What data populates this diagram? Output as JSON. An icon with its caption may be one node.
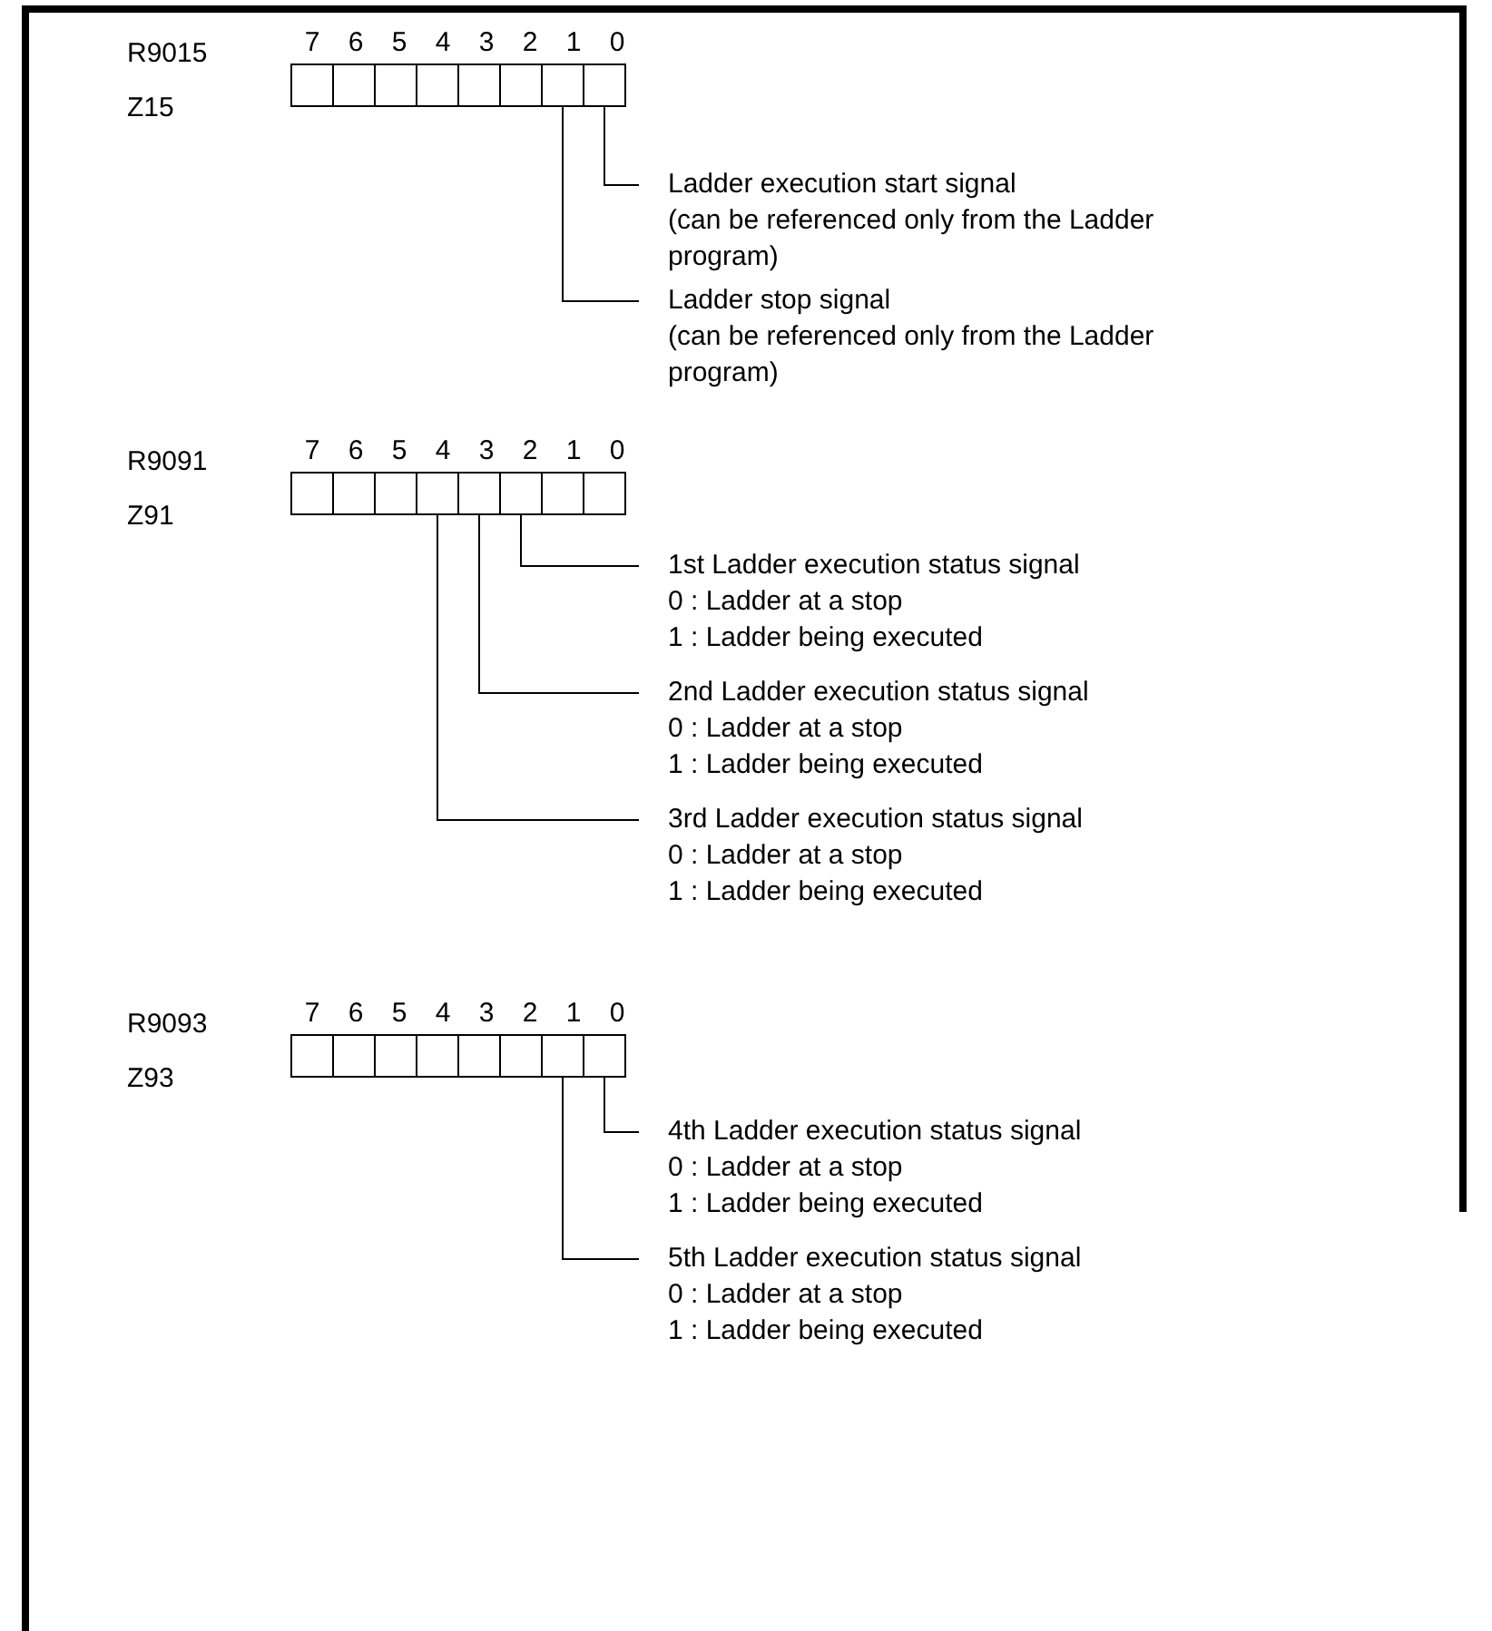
{
  "diagram": {
    "nodes": [
      {
        "text": [
          "R9015",
          "Z15"
        ]
      },
      {
        "text": [],
        "shape": "box",
        "in": 0
      },
      {
        "text": [],
        "shape": "box",
        "in": 0
      },
      {
        "text": [],
        "shape": "box",
        "in": 0
      },
      {
        "text": [],
        "shape": "box",
        "in": 0
      },
      {
        "text": [],
        "shape": "box",
        "in": 0
      },
      {
        "text": [],
        "shape": "box",
        "in": 0
      },
      {
        "text": [],
        "shape": "box",
        "in": 0
      },
      {
        "text": [],
        "shape": "box",
        "in": 0
      },
      {
        "text": [
          "Ladder execution start signal",
          "(can be referenced only from the Ladder program)"
        ]
      },
      {
        "text": [
          "Ladder stop signal",
          "(can be referenced only from the Ladder program)"
        ]
      },
      {
        "text": [
          "R9091",
          "Z91"
        ]
      },
      {
        "text": [],
        "shape": "box",
        "in": 11
      },
      {
        "text": [],
        "shape": "box",
        "in": 11
      },
      {
        "text": [],
        "shape": "box",
        "in": 11
      },
      {
        "text": [],
        "shape": "box",
        "in": 11
      },
      {
        "text": [],
        "shape": "box",
        "in": 11
      },
      {
        "text": [],
        "shape": "box",
        "in": 11
      },
      {
        "text": [],
        "shape": "box",
        "in": 11
      },
      {
        "text": [],
        "shape": "box",
        "in": 11
      },
      {
        "text": [
          "1st Ladder execution status signal",
          "0 : Ladder at a stop",
          "1 : Ladder being executed"
        ]
      },
      {
        "text": [
          "2nd Ladder execution status signal",
          "0 : Ladder at a stop",
          "1 : Ladder being executed"
        ]
      },
      {
        "text": [
          "3rd Ladder execution status signal",
          "0 : Ladder at a stop",
          "1 : Ladder being executed"
        ]
      },
      {
        "text": [
          "R9093",
          "Z93"
        ]
      },
      {
        "text": [],
        "shape": "box",
        "in": 23
      },
      {
        "text": [],
        "shape": "box",
        "in": 23
      },
      {
        "text": [],
        "shape": "box",
        "in": 23
      },
      {
        "text": [],
        "shape": "box",
        "in": 23
      },
      {
        "text": [],
        "shape": "box",
        "in": 23
      },
      {
        "text": [],
        "shape": "box",
        "in": 23
      },
      {
        "text": [],
        "shape": "box",
        "in": 23
      },
      {
        "text": [],
        "shape": "box",
        "in": 23
      },
      {
        "text": [
          "4th Ladder execution status signal",
          "0 : Ladder at a stop",
          "1 : Ladder being executed"
        ]
      },
      {
        "text": [
          "5th Ladder execution status signal",
          "0 : Ladder at a stop",
          "1 : Ladder being executed"
        ]
      }
    ],
    "edges": [
      {
        "from": 9,
        "to": 8,
        "arrow": "none"
      },
      {
        "from": 10,
        "to": 7,
        "arrow": "none"
      },
      {
        "from": 20,
        "to": 17,
        "arrow": "none"
      },
      {
        "from": 21,
        "to": 16,
        "arrow": "none"
      },
      {
        "from": 22,
        "to": 15,
        "arrow": "none"
      },
      {
        "from": 32,
        "to": 31,
        "arrow": "none"
      },
      {
        "from": 33,
        "to": 30,
        "arrow": "none"
      }
    ],
    "labels": [
      "7",
      "6",
      "5",
      "4",
      "3",
      "2",
      "1",
      "0",
      "7",
      "6",
      "5",
      "4",
      "3",
      "2",
      "1",
      "0",
      "7",
      "6",
      "5",
      "4",
      "3",
      "2",
      "1",
      "0"
    ]
  }
}
